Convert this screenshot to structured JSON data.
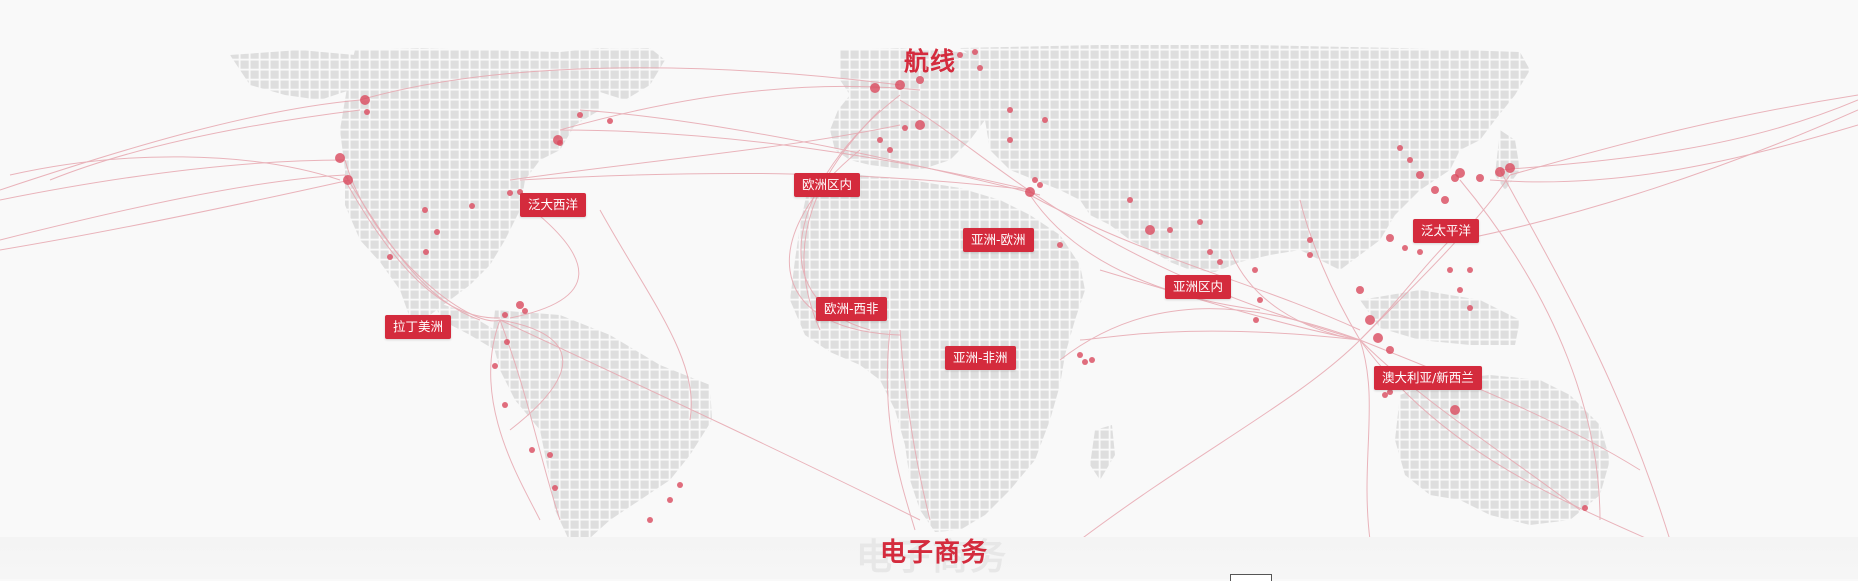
{
  "titles": {
    "routes": "航线",
    "ecommerce": "电子商务",
    "ecommerce_ghost": "电子商务"
  },
  "colors": {
    "accent": "#d42b3d",
    "route_line": "#e7a7b0",
    "port_dot": "#d94a5e",
    "land_tile": "#dedede",
    "background": "#f9f9f9"
  },
  "routes": [
    {
      "id": "trans-atlantic",
      "label": "泛大西洋"
    },
    {
      "id": "latin-america",
      "label": "拉丁美洲"
    },
    {
      "id": "intra-europe",
      "label": "欧洲区内"
    },
    {
      "id": "europe-west-africa",
      "label": "欧洲-西非"
    },
    {
      "id": "asia-europe",
      "label": "亚洲-欧洲"
    },
    {
      "id": "asia-africa",
      "label": "亚洲-非洲"
    },
    {
      "id": "intra-asia",
      "label": "亚洲区内"
    },
    {
      "id": "trans-pacific",
      "label": "泛太平洋"
    },
    {
      "id": "australia-nz",
      "label": "澳大利亚/新西兰"
    }
  ]
}
